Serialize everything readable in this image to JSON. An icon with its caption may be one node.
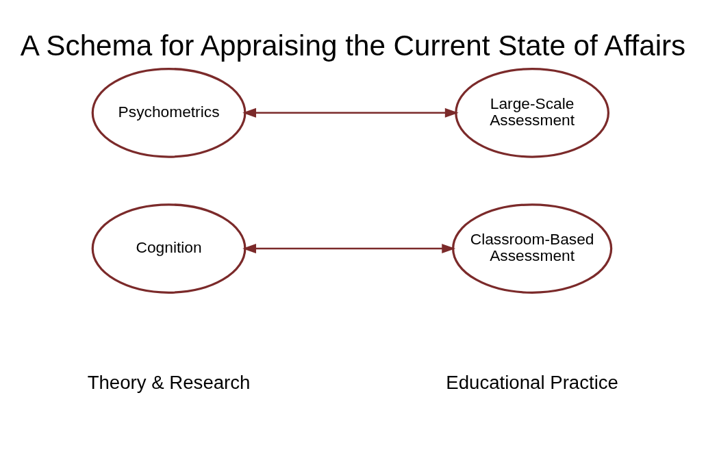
{
  "diagram": {
    "title": "A Schema for Appraising the Current State of Affairs",
    "nodes": [
      {
        "text": [
          "Cognition"
        ]
      },
      {
        "text": [
          "Classroom-Based Assessment"
        ]
      },
      {
        "text": [
          "Psychometrics"
        ]
      },
      {
        "text": [
          "Large-Scale Assessment"
        ]
      }
    ],
    "edges": [
      {
        "from": 0,
        "to": 1,
        "arrow": "both"
      },
      {
        "from": 2,
        "to": 3,
        "arrow": "both"
      }
    ],
    "labels": [
      "Theory & Research",
      "Educational Practice"
    ]
  }
}
